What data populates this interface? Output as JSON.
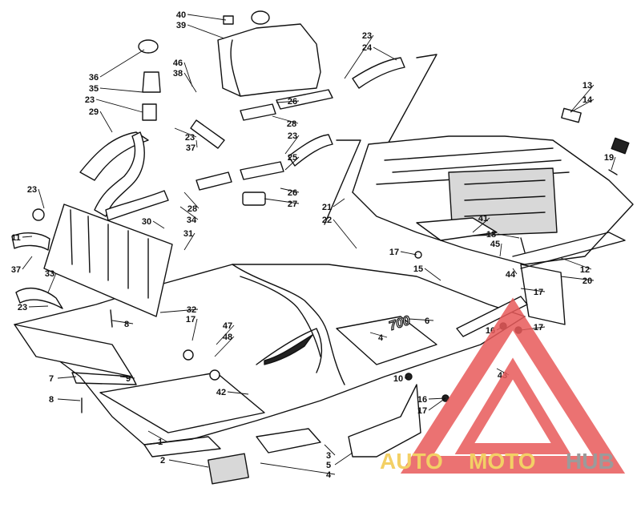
{
  "diagram": {
    "model_badge": "700",
    "callouts": [
      "1",
      "2",
      "3",
      "4",
      "5",
      "6",
      "7",
      "8",
      "9",
      "10",
      "11",
      "12",
      "13",
      "14",
      "15",
      "16",
      "17",
      "18",
      "19",
      "20",
      "21",
      "22",
      "23",
      "24",
      "25",
      "26",
      "27",
      "28",
      "29",
      "30",
      "31",
      "32",
      "33",
      "34",
      "35",
      "36",
      "37",
      "38",
      "39",
      "40",
      "41",
      "42",
      "43",
      "44",
      "45",
      "46",
      "47",
      "48"
    ]
  },
  "watermark": {
    "word_a": "AUTO",
    "word_b": "MOTO",
    "word_c": "HUB",
    "color_red": "#e85a5a",
    "color_yellow": "#f2c84b",
    "color_gray": "#8a8a8a"
  }
}
